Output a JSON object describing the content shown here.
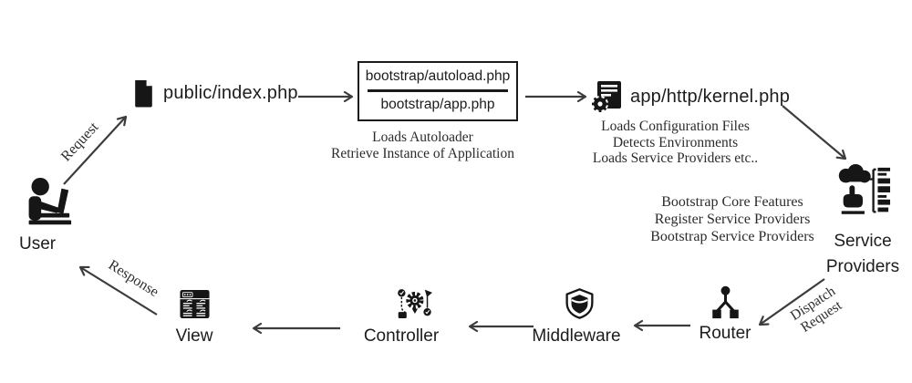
{
  "colors": {
    "ink": "#161616",
    "arrow": "#3c3c3c",
    "background": "#ffffff"
  },
  "nodes": {
    "user": {
      "label": "User"
    },
    "index_php": {
      "label": "public/index.php"
    },
    "bootstrap_box": {
      "line_top": "bootstrap/autoload.php",
      "line_bottom": "bootstrap/app.php"
    },
    "kernel": {
      "label": "app/http/kernel.php"
    },
    "service_providers": {
      "label_line1": "Service",
      "label_line2": "Providers"
    },
    "router": {
      "label": "Router"
    },
    "middleware": {
      "label": "Middleware"
    },
    "controller": {
      "label": "Controller"
    },
    "view": {
      "label": "View"
    }
  },
  "notes": {
    "bootstrap": [
      "Loads Autoloader",
      "Retrieve Instance of Application"
    ],
    "kernel": [
      "Loads Configuration Files",
      "Detects Environments",
      "Loads Service Providers etc.."
    ],
    "service_providers": [
      "Bootstrap Core Features",
      "Register Service Providers",
      "Bootstrap Service Providers"
    ]
  },
  "edge_labels": {
    "request": "Request",
    "response": "Response",
    "dispatch_line1": "Dispatch",
    "dispatch_line2": "Request"
  }
}
